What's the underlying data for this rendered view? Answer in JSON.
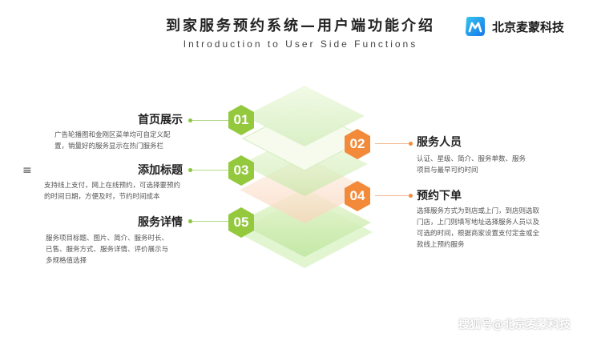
{
  "header": {
    "title": "到家服务预约系统—用户端功能介绍",
    "subtitle": "Introduction to User Side Functions"
  },
  "brand": {
    "name": "北京麦蒙科技",
    "icon": "logo-mark-icon"
  },
  "features": {
    "home": {
      "number": "01",
      "title": "首页展示",
      "desc": [
        "广告轮播图和金刚区菜单均可自定义配",
        "置，销量好的服务显示在热门服务栏"
      ]
    },
    "staff": {
      "number": "02",
      "title": "服务人员",
      "desc": [
        "认证、星级、简介、服务单数、服务",
        "项目与最早可约时间"
      ]
    },
    "add_title": {
      "number": "03",
      "title": "添加标题",
      "desc": [
        "支持线上支付，网上在线预约，可选择要预约",
        "的时间日期，方便及时，节约时间成本"
      ]
    },
    "booking": {
      "number": "04",
      "title": "预约下单",
      "desc": [
        "选择服务方式为到店或上门，到店则选取",
        "门店，上门则填写地址选择服务人员以及",
        "可选的时间，根据商家设置支付定金或全",
        "款线上预约服务"
      ]
    },
    "detail": {
      "number": "05",
      "title": "服务详情",
      "desc": [
        "服务项目标题、图片、简介、服务时长、",
        "已售、服务方式、服务详情、评价展示与",
        "多规格值选择"
      ]
    }
  },
  "colors": {
    "green": "#8cc63f",
    "orange": "#f28b3c",
    "lime": "#c8e04a"
  },
  "watermark": "搜狐号@北京麦蒙科技"
}
